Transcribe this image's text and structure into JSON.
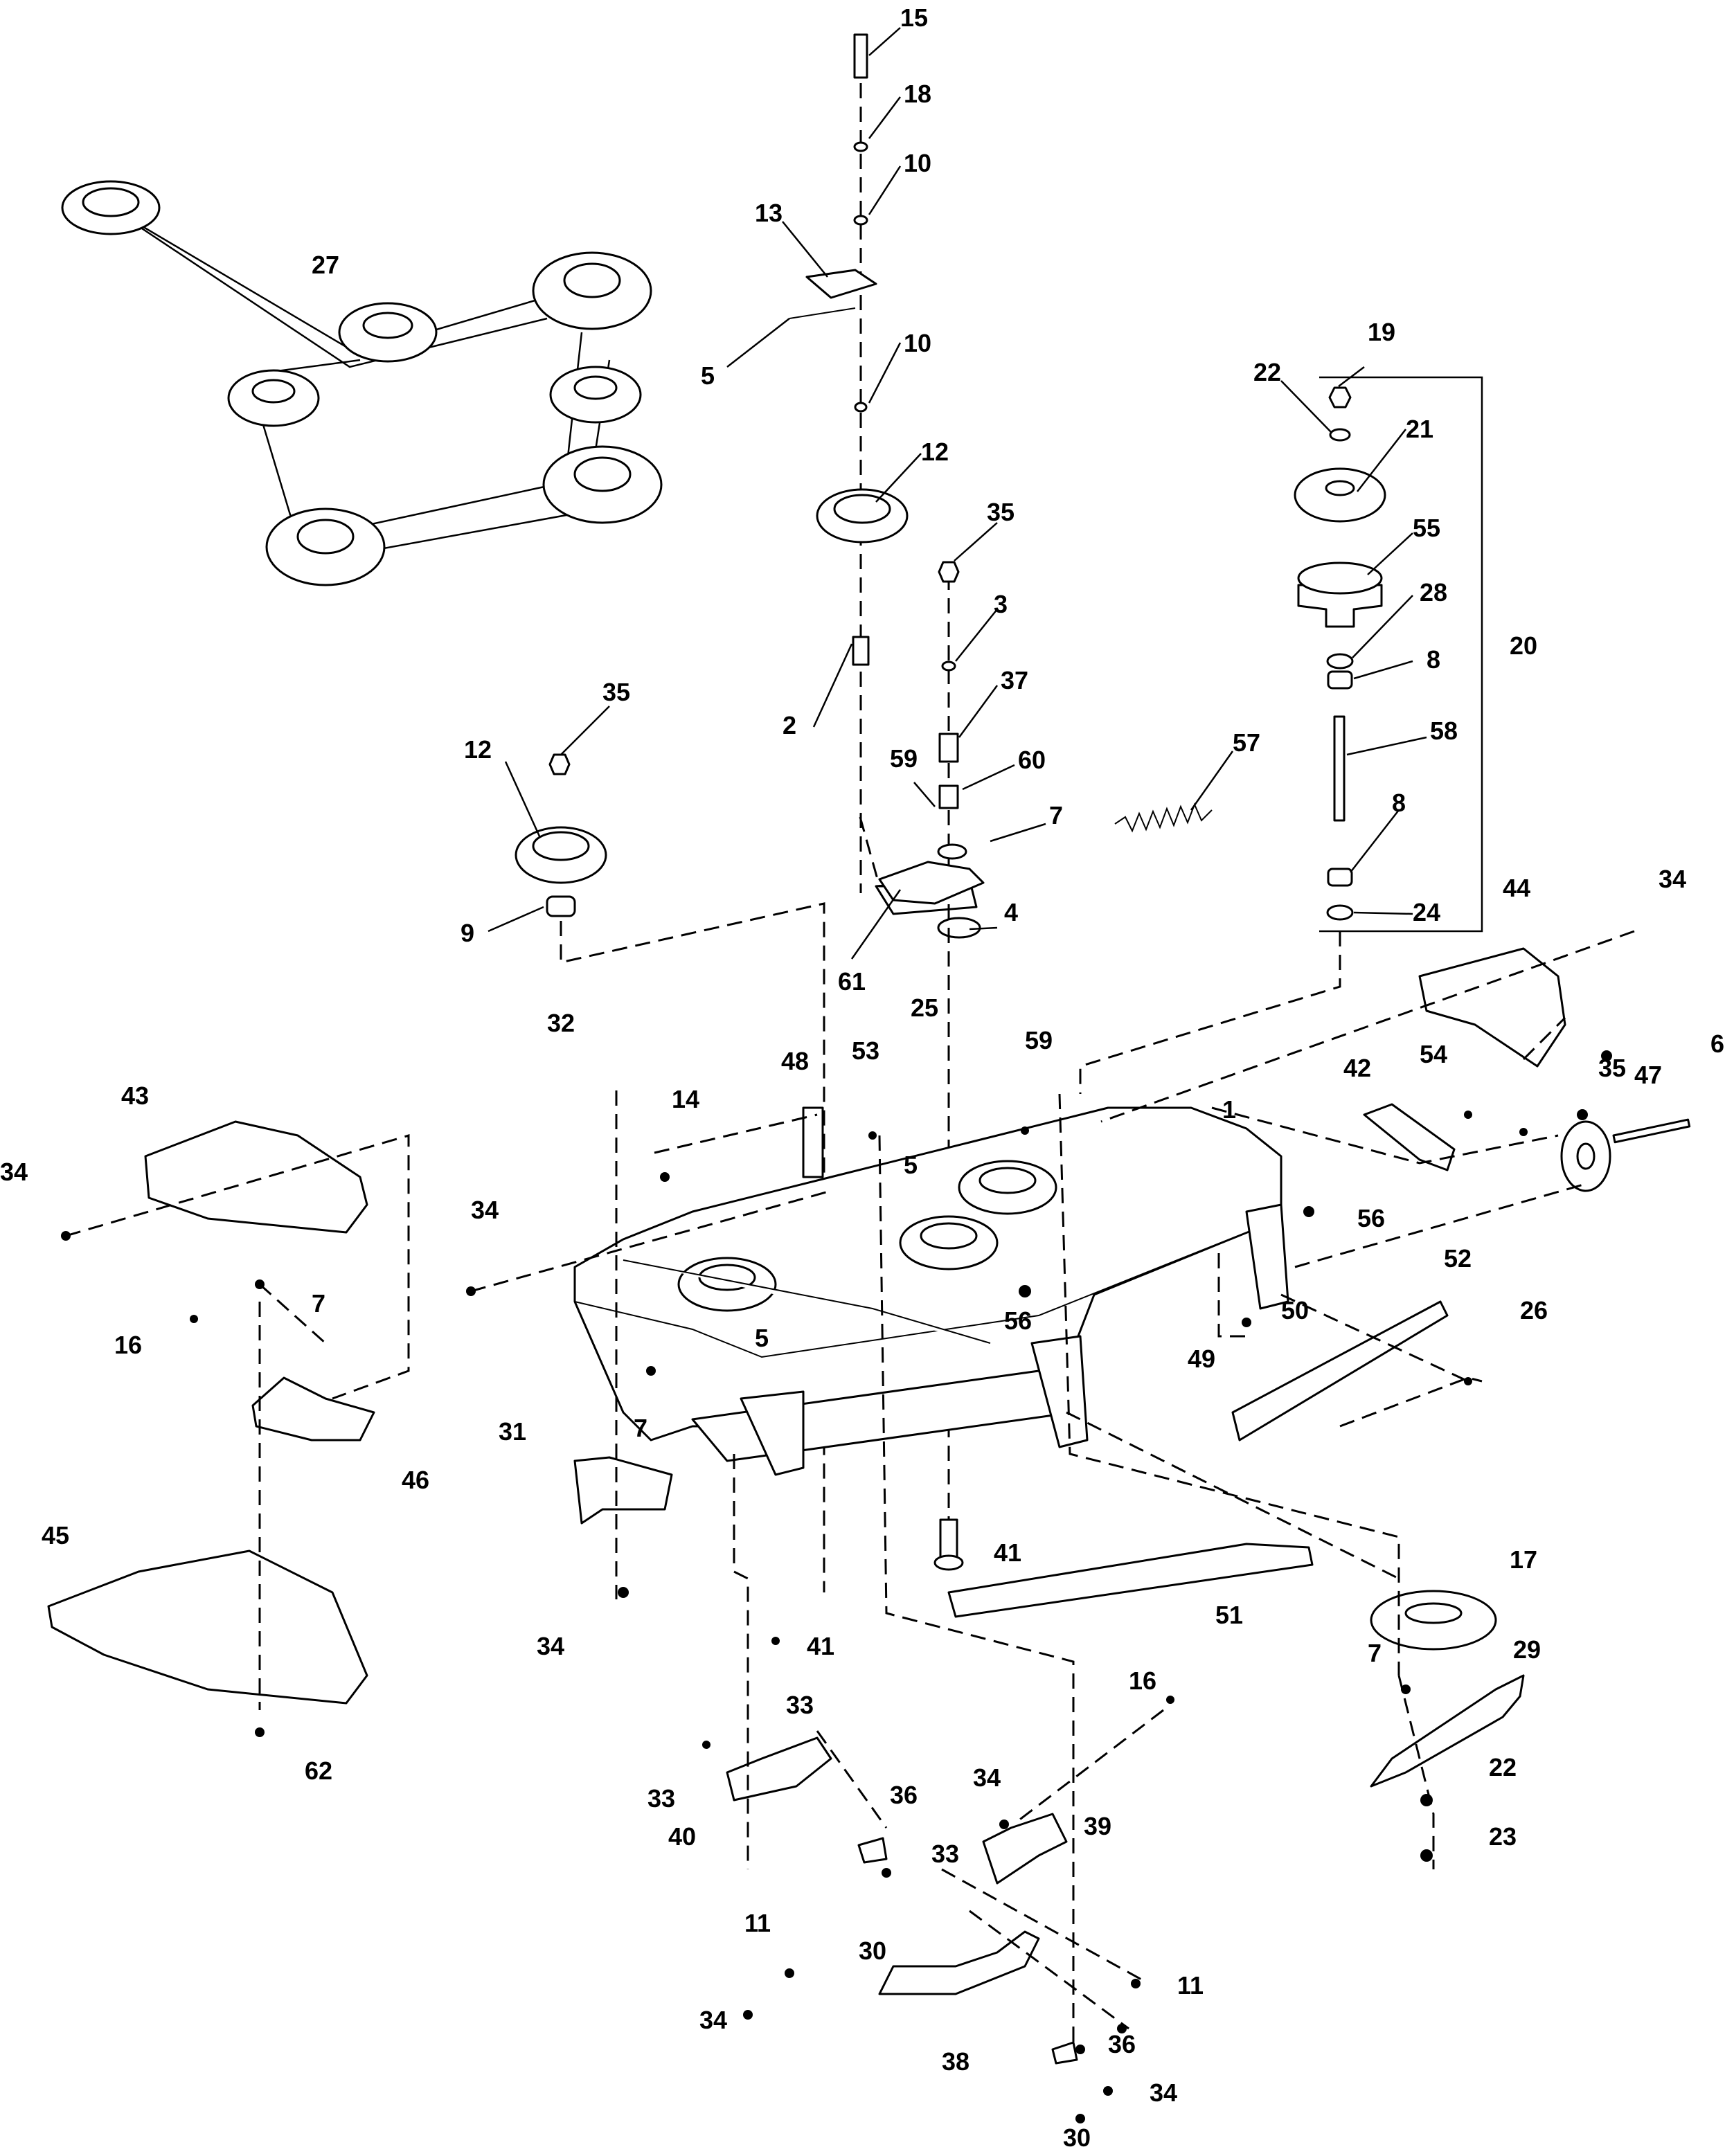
{
  "callouts": {
    "n1": "1",
    "n2": "2",
    "n3": "3",
    "n4": "4",
    "n5": "5",
    "n6": "6",
    "n7": "7",
    "n8": "8",
    "n9": "9",
    "n10": "10",
    "n11": "11",
    "n12": "12",
    "n13": "13",
    "n14": "14",
    "n15": "15",
    "n16": "16",
    "n17": "17",
    "n18": "18",
    "n19": "19",
    "n20": "20",
    "n21": "21",
    "n22": "22",
    "n23": "23",
    "n24": "24",
    "n25": "25",
    "n26": "26",
    "n27": "27",
    "n28": "28",
    "n29": "29",
    "n30": "30",
    "n31": "31",
    "n32": "32",
    "n33": "33",
    "n34": "34",
    "n35": "35",
    "n36": "36",
    "n37": "37",
    "n38": "38",
    "n39": "39",
    "n40": "40",
    "n41": "41",
    "n42": "42",
    "n43": "43",
    "n44": "44",
    "n45": "45",
    "n46": "46",
    "n47": "47",
    "n48": "48",
    "n49": "49",
    "n50": "50",
    "n51": "51",
    "n52": "52",
    "n53": "53",
    "n54": "54",
    "n55": "55",
    "n56": "56",
    "n57": "57",
    "n58": "58",
    "n59": "59",
    "n60": "60",
    "n61": "61",
    "n62": "62"
  },
  "colors": {
    "line": "#000000",
    "paper": "#ffffff"
  }
}
